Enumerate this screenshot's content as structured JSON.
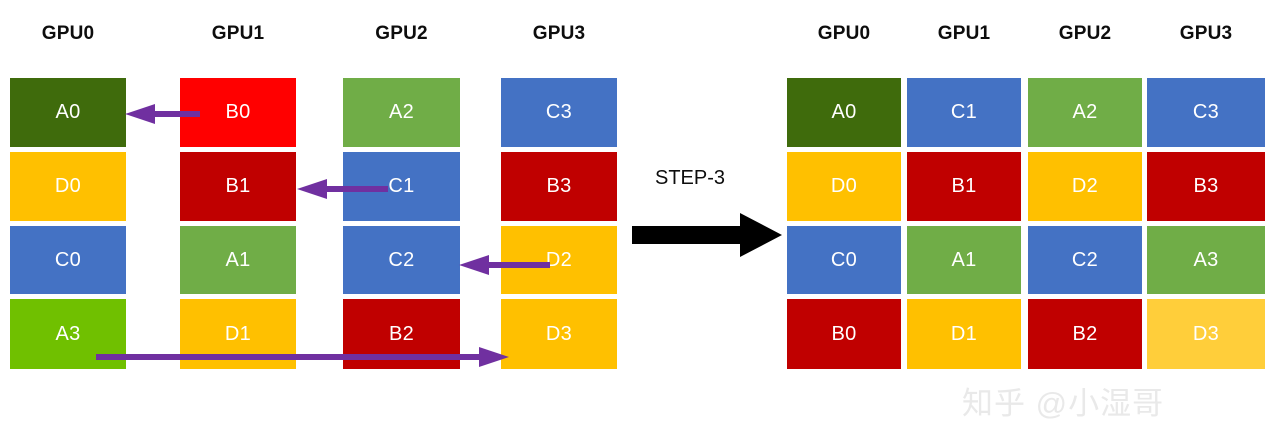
{
  "diagram": {
    "title": "Ring All-Reduce step diagram",
    "step_label": "STEP-3",
    "watermark": "知乎 @小湿哥",
    "colors": {
      "dark_green": "#3F6B0C",
      "green": "#70AD47",
      "bright_green": "#70C000",
      "yellow": "#FFC000",
      "light_yellow": "#FFCE3A",
      "red": "#FF0000",
      "dark_red": "#C00000",
      "blue": "#4472C4",
      "purple_arrow": "#7030A0",
      "black_arrow": "#000000",
      "text_on_cell": "#FFFFFF",
      "header_text": "#0D0D0D"
    },
    "left_grid": {
      "headers": [
        "GPU0",
        "GPU1",
        "GPU2",
        "GPU3"
      ],
      "columns": [
        [
          {
            "label": "A0",
            "color": "#3F6B0C"
          },
          {
            "label": "D0",
            "color": "#FFC000"
          },
          {
            "label": "C0",
            "color": "#4472C4"
          },
          {
            "label": "A3",
            "color": "#70C000"
          }
        ],
        [
          {
            "label": "B0",
            "color": "#FF0000"
          },
          {
            "label": "B1",
            "color": "#C00000"
          },
          {
            "label": "A1",
            "color": "#70AD47"
          },
          {
            "label": "D1",
            "color": "#FFC000"
          }
        ],
        [
          {
            "label": "A2",
            "color": "#70AD47"
          },
          {
            "label": "C1",
            "color": "#4472C4"
          },
          {
            "label": "C2",
            "color": "#4472C4"
          },
          {
            "label": "B2",
            "color": "#C00000"
          }
        ],
        [
          {
            "label": "C3",
            "color": "#4472C4"
          },
          {
            "label": "B3",
            "color": "#C00000"
          },
          {
            "label": "D2",
            "color": "#FFC000"
          },
          {
            "label": "D3",
            "color": "#FFC000"
          }
        ]
      ],
      "transfer_arrows": [
        {
          "name": "arrow-b0-to-gpu0",
          "from": "B0",
          "to": "A0",
          "direction": "left"
        },
        {
          "name": "arrow-c1-to-gpu1",
          "from": "C1",
          "to": "B1",
          "direction": "left"
        },
        {
          "name": "arrow-d2-to-gpu2",
          "from": "D2",
          "to": "C2",
          "direction": "left"
        },
        {
          "name": "arrow-a3-to-gpu3",
          "from": "A3",
          "to": "D3",
          "direction": "right"
        }
      ]
    },
    "right_grid": {
      "headers": [
        "GPU0",
        "GPU1",
        "GPU2",
        "GPU3"
      ],
      "columns": [
        [
          {
            "label": "A0",
            "color": "#3F6B0C"
          },
          {
            "label": "D0",
            "color": "#FFC000"
          },
          {
            "label": "C0",
            "color": "#4472C4"
          },
          {
            "label": "B0",
            "color": "#C00000"
          }
        ],
        [
          {
            "label": "C1",
            "color": "#4472C4"
          },
          {
            "label": "B1",
            "color": "#C00000"
          },
          {
            "label": "A1",
            "color": "#70AD47"
          },
          {
            "label": "D1",
            "color": "#FFC000"
          }
        ],
        [
          {
            "label": "A2",
            "color": "#70AD47"
          },
          {
            "label": "D2",
            "color": "#FFC000"
          },
          {
            "label": "C2",
            "color": "#4472C4"
          },
          {
            "label": "B2",
            "color": "#C00000"
          }
        ],
        [
          {
            "label": "C3",
            "color": "#4472C4"
          },
          {
            "label": "B3",
            "color": "#C00000"
          },
          {
            "label": "A3",
            "color": "#70AD47"
          },
          {
            "label": "D3",
            "color": "#FFCE3A"
          }
        ]
      ]
    }
  }
}
